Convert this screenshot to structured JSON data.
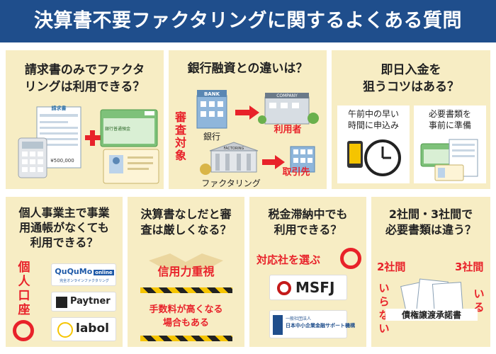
{
  "header": {
    "title": "決算書不要ファクタリングに関するよくある質問"
  },
  "colors": {
    "header_bg": "#1f4e8c",
    "panel_bg": "#f7edc4",
    "accent_red": "#e8222a",
    "yellow": "#f5c400"
  },
  "q1": {
    "title_line1": "請求書のみでファクタ",
    "title_line2": "リングは利用できる？",
    "invoice_label": "請求書",
    "invoice_amount": "¥500,000",
    "passbook_label": "銀行普通預金"
  },
  "q2": {
    "title": "銀行融資との違いは？",
    "vertical_label": [
      "審",
      "査",
      "対",
      "象"
    ],
    "bank_sign": "BANK",
    "bank_label": "銀行",
    "company_sign": "COMPANY",
    "user_label": "利用者",
    "factoring_sign": "FACTORING",
    "factoring_label": "ファクタリング",
    "client_label": "取引先"
  },
  "q3": {
    "title_line1": "即日入金を",
    "title_line2": "狙うコツはある？",
    "tip1_line1": "午前中の早い",
    "tip1_line2": "時間に申込み",
    "tip2_line1": "必要書類を",
    "tip2_line2": "事前に準備"
  },
  "q4": {
    "title_line1": "個人事業主で事業",
    "title_line2": "用通帳がなくても",
    "title_line3": "利用できる？",
    "vertical_label": [
      "個",
      "人",
      "口",
      "座"
    ],
    "logo1": "QuQuMo",
    "logo1_tag": "online",
    "logo1_sub": "完全オンラインファクタリング",
    "logo2": "Paytner",
    "logo3": "labol"
  },
  "q5": {
    "title_line1": "決算書なしだと審",
    "title_line2": "査は厳しくなる？",
    "label1": "信用力重視",
    "label2_line1": "手数料が高くなる",
    "label2_line2": "場合もある"
  },
  "q6": {
    "title_line1": "税金滞納中でも",
    "title_line2": "利用できる？",
    "label": "対応社を選ぶ",
    "logo1": "MSFJ",
    "logo2_small": "一般社団法人",
    "logo2": "日本中小企業金融サポート機構"
  },
  "q7": {
    "title_line1": "2社間・3社間で",
    "title_line2": "必要書類は違う？",
    "label_2": "2社間",
    "label_3": "3社間",
    "vertical_left": [
      "い",
      "ら",
      "な",
      "い"
    ],
    "vertical_right": [
      "い",
      "る"
    ],
    "doc_label": "債権譲渡承諾書"
  }
}
